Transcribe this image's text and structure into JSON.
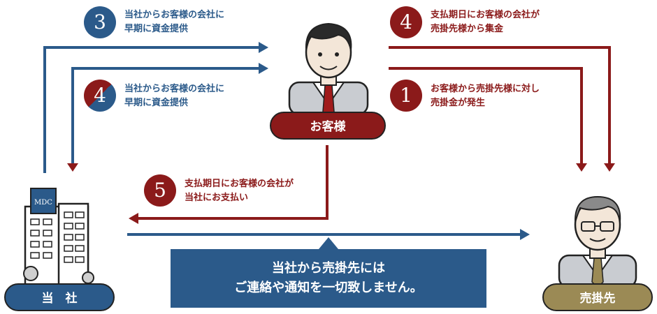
{
  "steps": {
    "step3": {
      "number": "3",
      "line1": "当社からお客様の会社に",
      "line2": "早期に資金提供"
    },
    "step4_mixed": {
      "number": "4",
      "line1": "当社からお客様の会社に",
      "line2": "早期に資金提供"
    },
    "step4": {
      "number": "4",
      "line1": "支払期日にお客様の会社が",
      "line2": "売掛先様から集金"
    },
    "step1": {
      "number": "1",
      "line1": "お客様から売掛先様に対し",
      "line2": "売掛金が発生"
    },
    "step5": {
      "number": "5",
      "line1": "支払期日にお客様の会社が",
      "line2": "当社にお支払い"
    }
  },
  "actors": {
    "customer_label": "お客様",
    "company_label": "当　社",
    "debtor_label": "売掛先",
    "company_sign": "MDC"
  },
  "notice": {
    "line1": "当社から売掛先には",
    "line2": "ご連絡や通知を一切致しません。"
  },
  "colors": {
    "blue": "#2b5a8a",
    "red": "#8b1a1a",
    "gold": "#9b8a55"
  }
}
